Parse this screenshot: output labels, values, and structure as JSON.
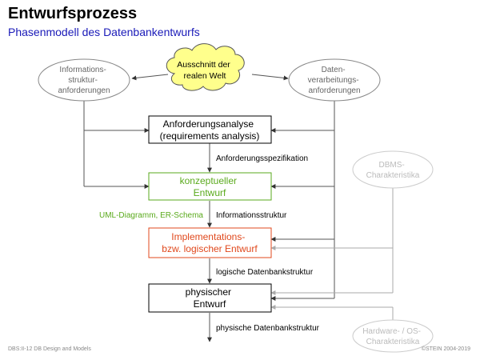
{
  "title": "Entwurfsprozess",
  "subtitle": "Phasenmodell des Datenbankentwurfs",
  "colors": {
    "box_border": "#000000",
    "green": "#5aaa1c",
    "red": "#e0481c",
    "gray_text": "#666666",
    "light_gray": "#bbbbbb",
    "cloud_fill": "#ffff8c"
  },
  "nodes": {
    "cloud": [
      "Ausschnitt der",
      "realen Welt"
    ],
    "info_req": [
      "Informations-",
      "struktur-",
      "anforderungen"
    ],
    "data_req": [
      "Daten-",
      "verarbeitungs-",
      "anforderungen"
    ],
    "requirements_analysis": [
      "Anforderungsanalyse",
      "(requirements analysis)"
    ],
    "conceptual_design": [
      "konzeptueller",
      "Entwurf"
    ],
    "logical_design": [
      "Implementations-",
      "bzw. logischer Entwurf"
    ],
    "physical_design": [
      "physischer",
      "Entwurf"
    ],
    "dbms": [
      "DBMS-",
      "Charakteristika"
    ],
    "hardware": [
      "Hardware- / OS-",
      "Charakteristika"
    ]
  },
  "edge_labels": {
    "spec": "Anforderungsspezifikation",
    "uml": "UML-Diagramm, ER-Schema",
    "info_structure": "Informationsstruktur",
    "logical_structure": "logische Datenbankstruktur",
    "physical_structure": "physische Datenbankstruktur"
  },
  "footer": {
    "left": "DBS:II-12   DB Design and Models",
    "right": "©STEIN 2004-2019"
  }
}
